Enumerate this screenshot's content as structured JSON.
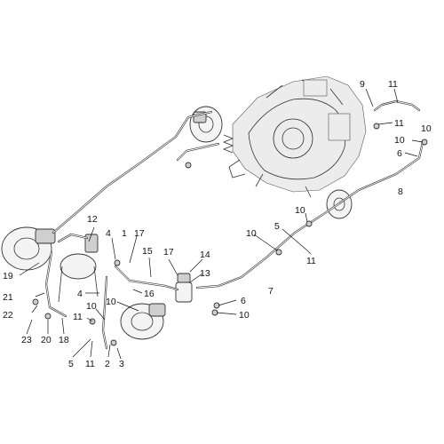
{
  "diagram": {
    "callouts": [
      {
        "id": "c9",
        "label": "9"
      },
      {
        "id": "c11a",
        "label": "11"
      },
      {
        "id": "c11b",
        "label": "11"
      },
      {
        "id": "c10a",
        "label": "10"
      },
      {
        "id": "c10b",
        "label": "10"
      },
      {
        "id": "c6a",
        "label": "6"
      },
      {
        "id": "c8",
        "label": "8"
      },
      {
        "id": "c10c",
        "label": "10"
      },
      {
        "id": "c5a",
        "label": "5"
      },
      {
        "id": "c10d",
        "label": "10"
      },
      {
        "id": "c11c",
        "label": "11"
      },
      {
        "id": "c12",
        "label": "12"
      },
      {
        "id": "c4a",
        "label": "4"
      },
      {
        "id": "c1",
        "label": "1"
      },
      {
        "id": "c17a",
        "label": "17"
      },
      {
        "id": "c15",
        "label": "15"
      },
      {
        "id": "c17b",
        "label": "17"
      },
      {
        "id": "c14",
        "label": "14"
      },
      {
        "id": "c13",
        "label": "13"
      },
      {
        "id": "c7",
        "label": "7"
      },
      {
        "id": "c19",
        "label": "19"
      },
      {
        "id": "c4b",
        "label": "4"
      },
      {
        "id": "c16",
        "label": "16"
      },
      {
        "id": "c10e",
        "label": "10"
      },
      {
        "id": "c6b",
        "label": "6"
      },
      {
        "id": "c10f",
        "label": "10"
      },
      {
        "id": "c21",
        "label": "21"
      },
      {
        "id": "c10g",
        "label": "10"
      },
      {
        "id": "c11d",
        "label": "11"
      },
      {
        "id": "c22",
        "label": "22"
      },
      {
        "id": "c23",
        "label": "23"
      },
      {
        "id": "c20",
        "label": "20"
      },
      {
        "id": "c18",
        "label": "18"
      },
      {
        "id": "c5b",
        "label": "5"
      },
      {
        "id": "c11e",
        "label": "11"
      },
      {
        "id": "c2",
        "label": "2"
      },
      {
        "id": "c3",
        "label": "3"
      }
    ]
  }
}
